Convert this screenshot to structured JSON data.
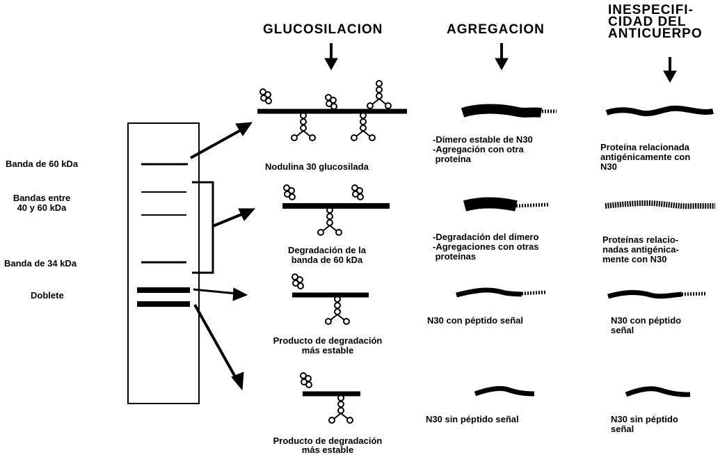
{
  "headers": {
    "glucosilacion": "GLUCOSILACION",
    "agregacion": "AGREGACION",
    "inespecificidad": [
      "INESPECIFI-",
      "CIDAD DEL",
      "ANTICUERPO"
    ]
  },
  "gel_labels": {
    "band_60": "Banda de 60 kDa",
    "bands_between": [
      "Bandas entre",
      "40 y 60 kDa"
    ],
    "band_34": "Banda de 34 kDa",
    "doublet": "Doblete"
  },
  "glucosilacion_captions": {
    "row1": "Nodulina 30 glucosilada",
    "row2": [
      "Degradación de la",
      "banda de 60 kDa"
    ],
    "row3": [
      "Producto de degradación",
      "más estable"
    ],
    "row4": [
      "Producto de degradación",
      "más estable"
    ]
  },
  "agregacion_captions": {
    "row1": [
      "-Dímero estable de N30",
      "-Agregación con otra",
      " proteína"
    ],
    "row2": [
      "-Degradación del dímero",
      "-Agregaciones con otras",
      " proteínas"
    ],
    "row3": "N30 con péptido señal",
    "row4": "N30 sin péptido señal"
  },
  "inespecificidad_captions": {
    "row1": [
      "Proteína relacionada",
      "antigénicamente con",
      "N30"
    ],
    "row2": [
      "Proteínas relacio-",
      "nadas antigénica-",
      "mente con N30"
    ],
    "row3": [
      "N30 con péptido",
      "señal"
    ],
    "row4": [
      "N30 sin péptido",
      "señal"
    ]
  }
}
